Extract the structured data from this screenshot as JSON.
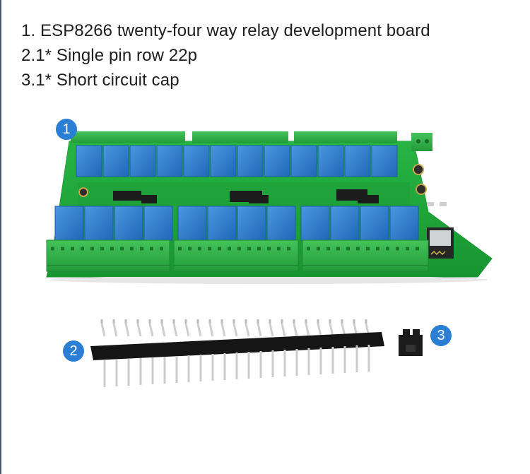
{
  "captions": [
    "1. ESP8266 twenty-four way relay development board",
    "2.1* Single pin row 22p",
    "3.1* Short circuit cap"
  ],
  "badges": [
    "1",
    "2",
    "3"
  ],
  "colors": {
    "badge": "#2a7fd4",
    "pcb": "#1fa43a",
    "relay": "#2f7fd0",
    "terminal": "#35b14b",
    "header_plastic": "#151515",
    "header_pins": "#cfcfcf"
  }
}
